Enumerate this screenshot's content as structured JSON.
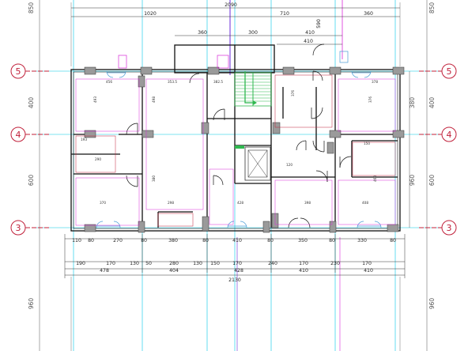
{
  "drawing": {
    "top_dims": {
      "total": "2090",
      "segments": [
        "1020",
        "710",
        "360"
      ],
      "stair_zone": [
        "360",
        "300",
        "410"
      ],
      "right_small": "590"
    },
    "bottom_dims": {
      "row1": [
        "110",
        "80",
        "270",
        "80",
        "380",
        "80",
        "410",
        "80",
        "350",
        "80",
        "330",
        "80"
      ],
      "row2": [
        "190",
        "170",
        "130",
        "50",
        "280",
        "130",
        "150",
        "170",
        "240",
        "170",
        "230",
        "170"
      ],
      "row3": [
        "478",
        "404",
        "428",
        "410",
        "410"
      ],
      "total": "2130"
    },
    "left_dims": [
      "850",
      "400",
      "600",
      "960"
    ],
    "right_dims": [
      "850",
      "380",
      "960",
      "960"
    ],
    "axes": [
      {
        "id": "5",
        "label": "5"
      },
      {
        "id": "4",
        "label": "4"
      },
      {
        "id": "3",
        "label": "3"
      }
    ],
    "room_dims": {
      "r1": "456",
      "r2": "493",
      "r3": "498",
      "r4": "353.5",
      "r5": "380",
      "r6": "382.5",
      "r7": "376",
      "r8": "376",
      "r9": "378",
      "r10": "370",
      "r11": "428",
      "r12": "298",
      "r13": "193",
      "r14": "290",
      "r15": "398",
      "r16": "408",
      "r17": "460",
      "r18": "150",
      "r19": "120"
    },
    "colors": {
      "wall": "#111111",
      "axis_line": "#00c8e6",
      "axis_circle": "#c0203a",
      "dim_line": "#333333",
      "purple_line": "#6a2bd9",
      "magenta_line": "#d82bd8",
      "door_blue": "#4a9bd6",
      "stair_green": "#2fb84f",
      "column_fill": "#9a9a9a"
    }
  }
}
